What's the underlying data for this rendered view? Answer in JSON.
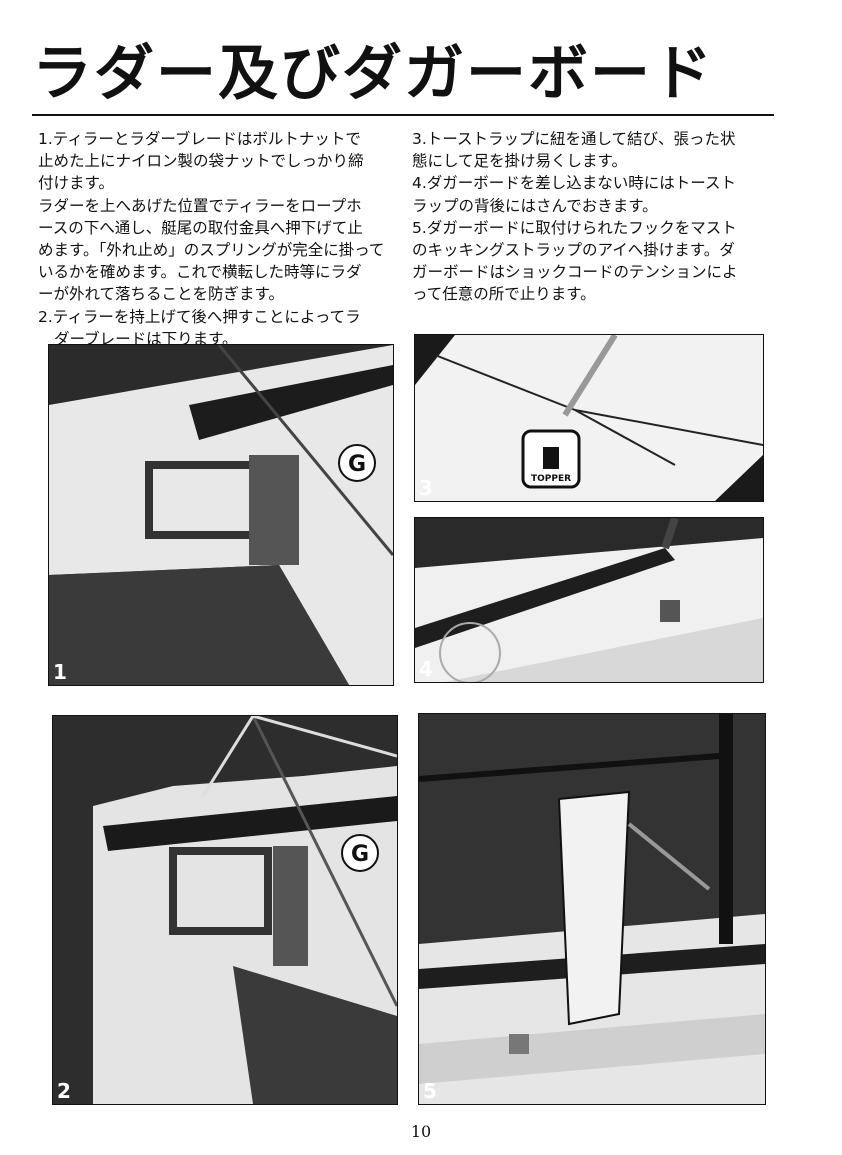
{
  "title": "ラダー及びダガーボード",
  "left_column": [
    "1.ティラーとラダーブレードはボルトナットで",
    "止めた上にナイロン製の袋ナットでしっかり締",
    "付けます。",
    "ラダーを上へあげた位置でティラーをロープホ",
    "ースの下へ通し、艇尾の取付金具へ押下げて止",
    "めます。「外れ止め」のスプリングが完全に掛って",
    "いるかを確めます。これで横転した時等にラダ",
    "ーが外れて落ちることを防ぎます。",
    "2.ティラーを持上げて後へ押すことによってラ",
    "ダーブレードは下ります。"
  ],
  "right_column": [
    "3.トーストラップに紐を通して結び、張った状",
    "態にして足を掛け易くします。",
    "4.ダガーボードを差し込まない時にはトースト",
    "ラップの背後にはさんでおきます。",
    "5.ダガーボードに取付けられたフックをマスト",
    "のキッキングストラップのアイへ掛けます。ダ",
    "ガーボードはショックコードのテンションによ",
    "って任意の所で止ります。"
  ],
  "photos": [
    {
      "number": "1",
      "label": "G",
      "icon": "rudder-tiller-photo"
    },
    {
      "number": "2",
      "label": "G",
      "icon": "rudder-tiller-photo"
    },
    {
      "number": "3",
      "label": "TOPPER",
      "icon": "toe-strap-photo"
    },
    {
      "number": "4",
      "label": "",
      "icon": "daggerboard-stowed-photo"
    },
    {
      "number": "5",
      "label": "",
      "icon": "daggerboard-hook-photo"
    }
  ],
  "page_number": "10"
}
